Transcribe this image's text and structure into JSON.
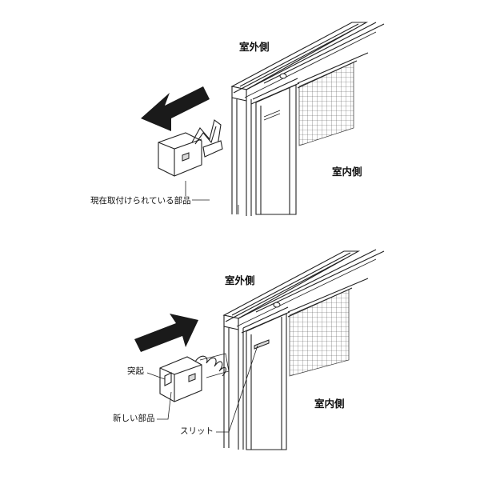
{
  "top_panel": {
    "outside_label": "室外側",
    "inside_label": "室内側",
    "current_part_label": "現在取付けられている部品"
  },
  "bottom_panel": {
    "outside_label": "室外側",
    "inside_label": "室内側",
    "protrusion_label": "突起",
    "new_part_label": "新しい部品",
    "slit_label": "スリット"
  },
  "colors": {
    "ink": "#222222",
    "arrow": "#1a1a1a",
    "background": "#ffffff"
  }
}
